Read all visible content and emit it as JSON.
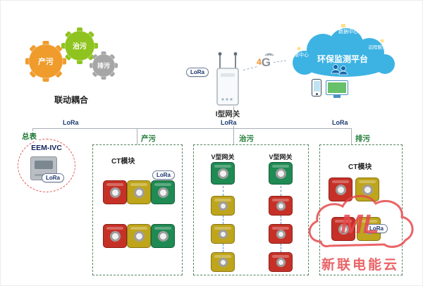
{
  "colors": {
    "cloud_blue": "#3db3e3",
    "gear_orange": "#ef9c2c",
    "gear_green": "#8fc31f",
    "gear_gray": "#a6a6a6",
    "ct_red": "#c63127",
    "ct_yellow": "#bfa51c",
    "ct_green": "#1f8a53",
    "box_border_green": "#56855e",
    "meter_dashed_red": "#e05a5a",
    "line_gray": "#a8b0b8",
    "watermark_red": "#e6494d",
    "navy_text": "#16306b"
  },
  "gears": {
    "gear1": "产污",
    "gear2": "治污",
    "gear3": "排污",
    "caption": "联动耦合"
  },
  "gateway": {
    "label": "I型网关",
    "num": "4",
    "letter": "G"
  },
  "labels": {
    "lora": "LoRa"
  },
  "cloud": {
    "title": "环保监测平台",
    "node_top": "数据中心",
    "node_left": "运维中心",
    "node_right": "远程服务中心"
  },
  "meter": {
    "label": "总表",
    "device": "EEM-IVC"
  },
  "sections": {
    "chanwu": {
      "label": "产污",
      "module": "CT模块"
    },
    "zhiwu": {
      "label": "治污",
      "gateway_left": "V型网关",
      "gateway_right": "V型网关"
    },
    "paiwu": {
      "label": "排污",
      "module": "CT模块"
    }
  },
  "watermark": {
    "logo": "ML",
    "brand": "新联电能云"
  }
}
